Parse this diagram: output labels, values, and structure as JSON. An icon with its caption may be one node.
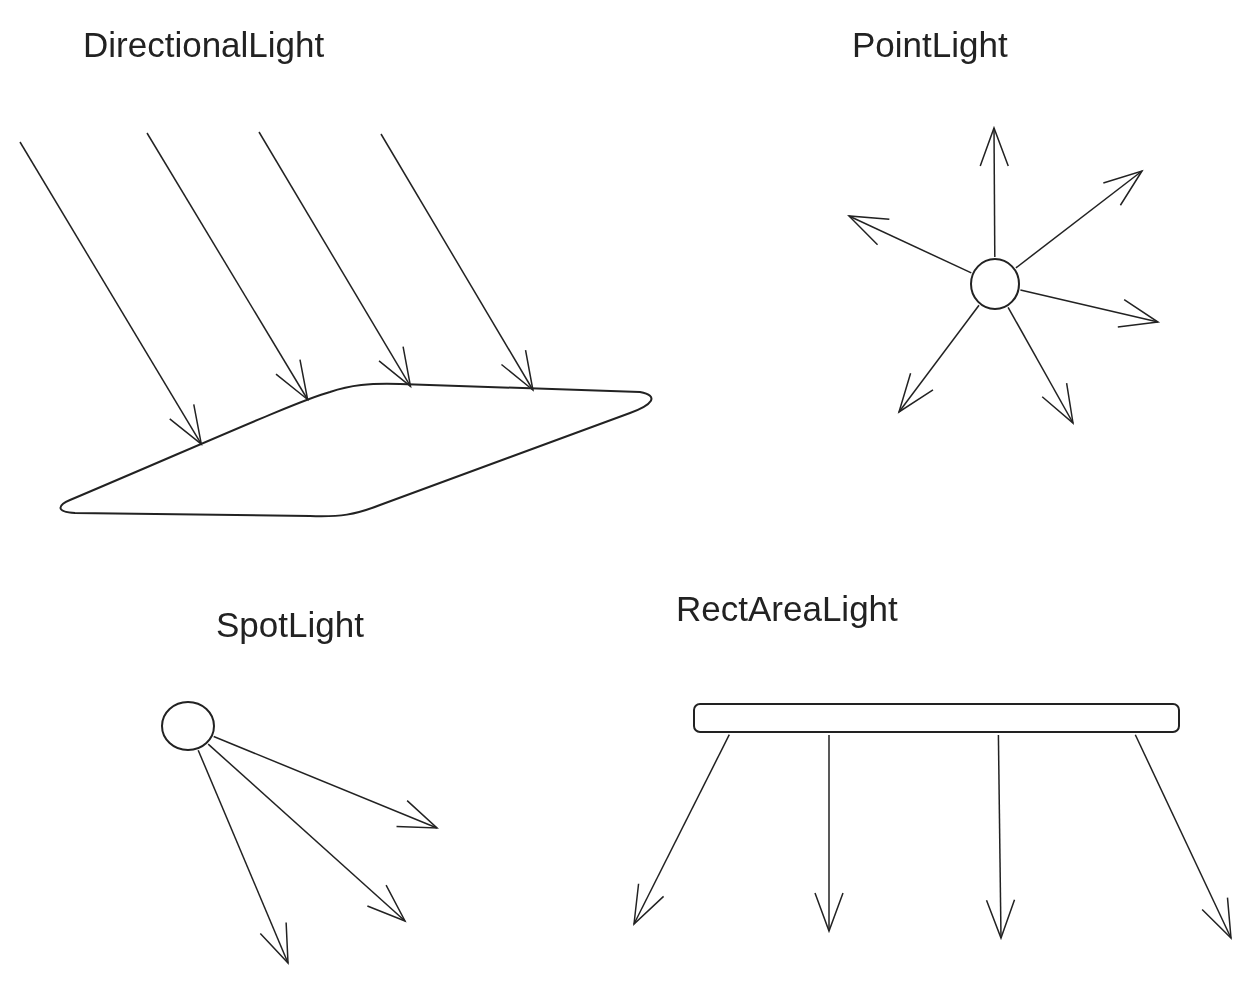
{
  "diagram": {
    "nodes": [
      {
        "text": [],
        "shape": "parallelogram"
      },
      {
        "text": [],
        "shape": "circle"
      },
      {
        "text": [],
        "shape": "circle"
      },
      {
        "text": [],
        "shape": "bar"
      }
    ],
    "edges": [
      {
        "from": null,
        "to": 0,
        "arrow": "to"
      },
      {
        "from": null,
        "to": 0,
        "arrow": "to"
      },
      {
        "from": null,
        "to": 0,
        "arrow": "to"
      },
      {
        "from": null,
        "to": 0,
        "arrow": "to"
      },
      {
        "from": 1,
        "to": null,
        "arrow": "to"
      },
      {
        "from": 1,
        "to": null,
        "arrow": "to"
      },
      {
        "from": 1,
        "to": null,
        "arrow": "to"
      },
      {
        "from": 1,
        "to": null,
        "arrow": "to"
      },
      {
        "from": 1,
        "to": null,
        "arrow": "to"
      },
      {
        "from": 1,
        "to": null,
        "arrow": "to"
      },
      {
        "from": 2,
        "to": null,
        "arrow": "to"
      },
      {
        "from": 2,
        "to": null,
        "arrow": "to"
      },
      {
        "from": 2,
        "to": null,
        "arrow": "to"
      },
      {
        "from": 3,
        "to": null,
        "arrow": "to"
      },
      {
        "from": 3,
        "to": null,
        "arrow": "to"
      },
      {
        "from": 3,
        "to": null,
        "arrow": "to"
      },
      {
        "from": 3,
        "to": null,
        "arrow": "to"
      }
    ],
    "labels": [
      "DirectionalLight",
      "PointLight",
      "SpotLight",
      "RectAreaLight"
    ]
  }
}
